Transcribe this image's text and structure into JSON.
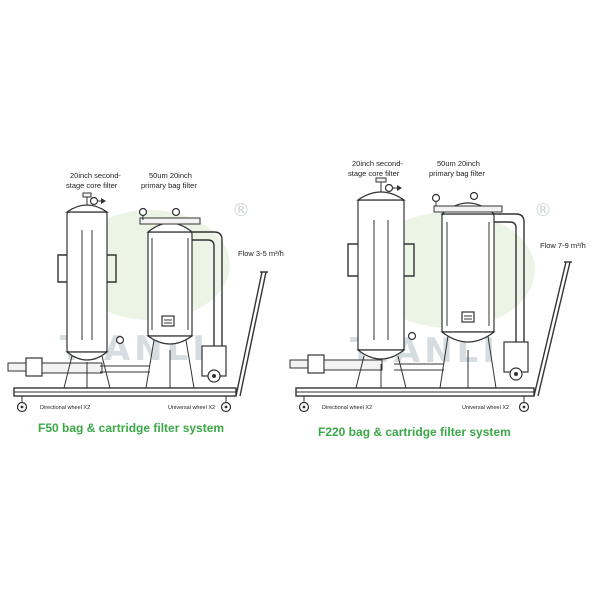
{
  "systems": [
    {
      "id": "f50",
      "label_core": [
        "20inch second-",
        "stage core filter"
      ],
      "label_bag": [
        "50um 20inch",
        "primary bag filter"
      ],
      "flow": "Flow 3-5 m³/h",
      "wheel_left": "Directional wheel X2",
      "wheel_right": "Universal wheel X2",
      "caption": "F50 bag & cartridge filter system"
    },
    {
      "id": "f220",
      "label_core": [
        "20inch second-",
        "stage core filter"
      ],
      "label_bag": [
        "50um 20inch",
        "primary bag filter"
      ],
      "flow": "Flow 7-9 m³/h",
      "wheel_left": "Directional wheel X2",
      "wheel_right": "Universal wheel X2",
      "caption": "F220 bag & cartridge filter system"
    }
  ],
  "watermark": {
    "text": "TIANLI",
    "registered": "®"
  },
  "colors": {
    "caption": "#3aa846",
    "line": "#333333",
    "watermark": "#d6dde0"
  }
}
